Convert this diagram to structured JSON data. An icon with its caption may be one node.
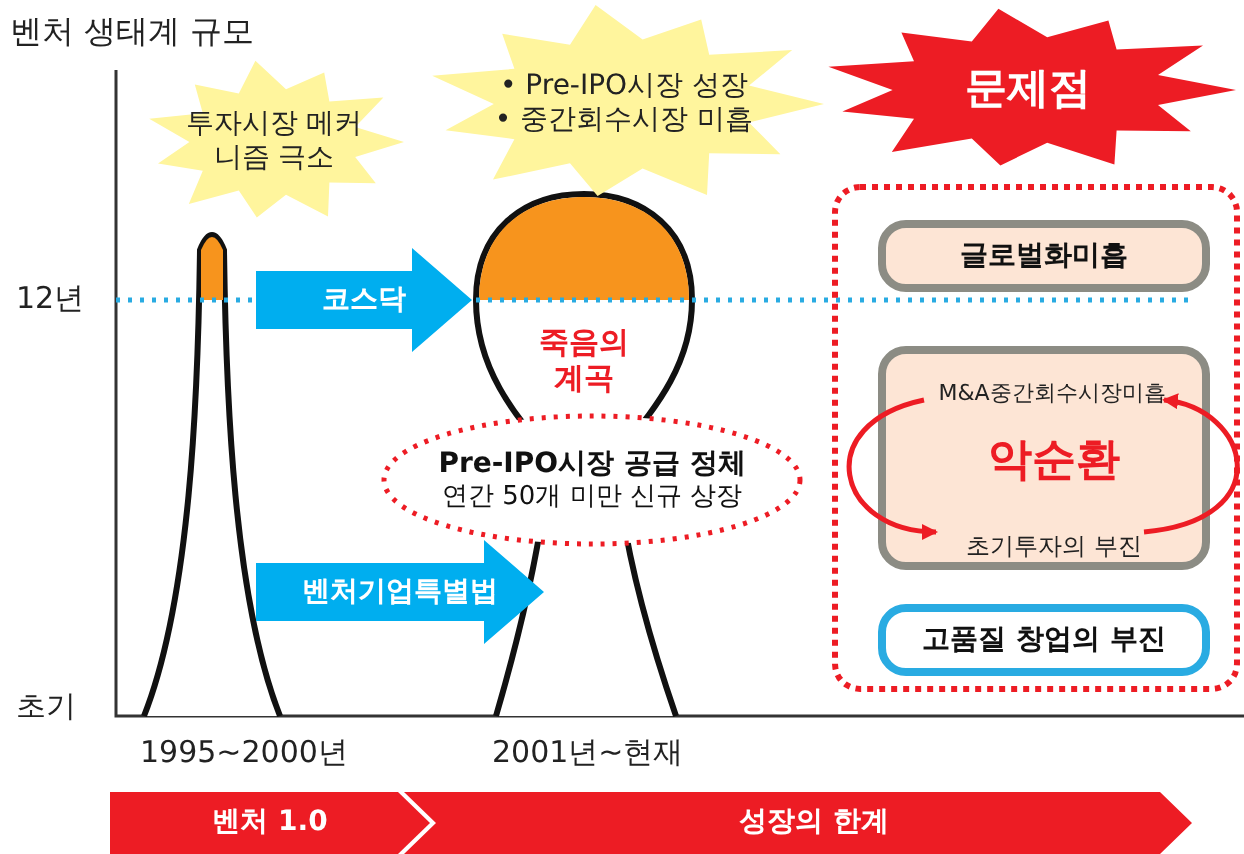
{
  "diagram": {
    "nodes": [
      {
        "text": [
          "투자시장 메커니즘 극소"
        ]
      },
      {
        "text": [
          "• Pre-IPO시장 성장",
          "• 중간회수시장 미흡"
        ]
      },
      {
        "text": [
          "문제점"
        ]
      },
      {
        "text": [],
        "shape": "box"
      },
      {
        "text": [
          "글로벌화미흡"
        ],
        "in": 3
      },
      {
        "text": [],
        "shape": "box",
        "in": 3
      },
      {
        "text": [
          "M&A중간회수시장미흡"
        ],
        "in": 5
      },
      {
        "text": [
          "악순환"
        ],
        "in": 5
      },
      {
        "text": [
          "초기투자의 부진"
        ],
        "in": 5
      },
      {
        "text": [
          "고품질 창업의 부진"
        ],
        "in": 3
      },
      {
        "text": [
          "코스닥"
        ]
      },
      {
        "text": [
          "벤처기업특별법"
        ]
      },
      {
        "text": [
          "죽음의 계곡"
        ]
      },
      {
        "text": [
          "Pre-IPO시장 공급 정체",
          "연간 50개 미만 신규 상장"
        ]
      },
      {
        "text": [
          "벤처 1.0"
        ]
      },
      {
        "text": [
          "성장의 한계"
        ]
      }
    ],
    "edges": [
      {
        "from": 6,
        "to": 8,
        "arrow": "to"
      },
      {
        "from": 8,
        "to": 6,
        "arrow": "to"
      }
    ],
    "labels": [
      "벤처 생태계 규모",
      "12년",
      "초기",
      "1995~2000년",
      "2001년~현재"
    ]
  }
}
